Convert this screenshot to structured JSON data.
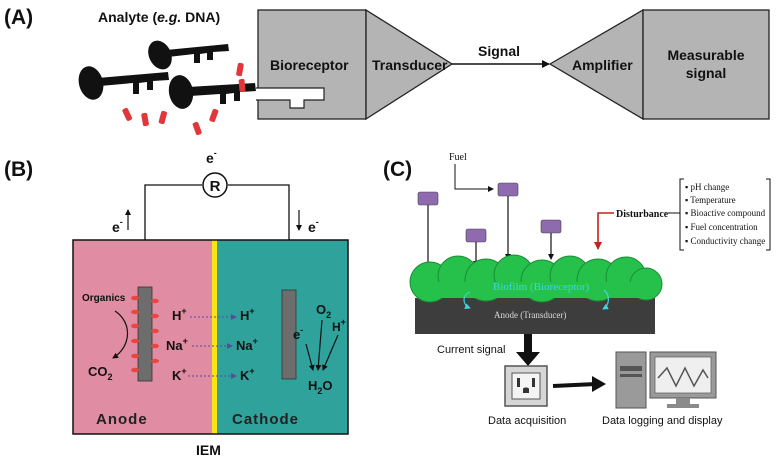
{
  "panelA": {
    "label": "(A)",
    "analyte_prefix": "Analyte (",
    "analyte_italic": "e.g.",
    "analyte_suffix": " DNA)",
    "bioreceptor": "Bioreceptor",
    "transducer": "Transducer",
    "signal": "Signal",
    "amplifier": "Amplifier",
    "measurable_line1": "Measurable",
    "measurable_line2": "signal"
  },
  "panelB": {
    "label": "(B)",
    "resistor": "R",
    "electron_top": "e",
    "electron_left": "e",
    "electron_right": "e",
    "electron_cathode": "e",
    "minus": "-",
    "organics": "Organics",
    "co2_main": "CO",
    "co2_sub": "2",
    "h_ion": "H",
    "na_ion": "Na",
    "k_ion": "K",
    "plus": "+",
    "o2_main": "O",
    "o2_sub": "2",
    "h2o_h": "H",
    "h2o_sub": "2",
    "h2o_o": "O",
    "anode": "Anode",
    "cathode": "Cathode",
    "iem": "IEM",
    "colors": {
      "anode": "#e08ca2",
      "cathode": "#2fa39b",
      "membrane": "#f6e416",
      "electrode": "#6d6d6d",
      "lead": "#e8473f"
    }
  },
  "panelC": {
    "label": "(C)",
    "fuel": "Fuel",
    "disturbance": "Disturbance",
    "disturbance_items": [
      "pH change",
      "Temperature",
      "Bioactive compound",
      "Fuel concentration",
      "Conductivity change"
    ],
    "biofilm": "Biofilm (Bioreceptor)",
    "anode": "Anode (Transducer)",
    "current_signal": "Current signal",
    "data_acquisition": "Data acquisition",
    "data_logging": "Data logging and display",
    "colors": {
      "biofilm": "#25c14a",
      "anode_block": "#3d3d3d",
      "receptor": "#8e6aae",
      "disturbance_arrow": "#c8201f",
      "biofilm_text": "#3ed6e6"
    }
  }
}
